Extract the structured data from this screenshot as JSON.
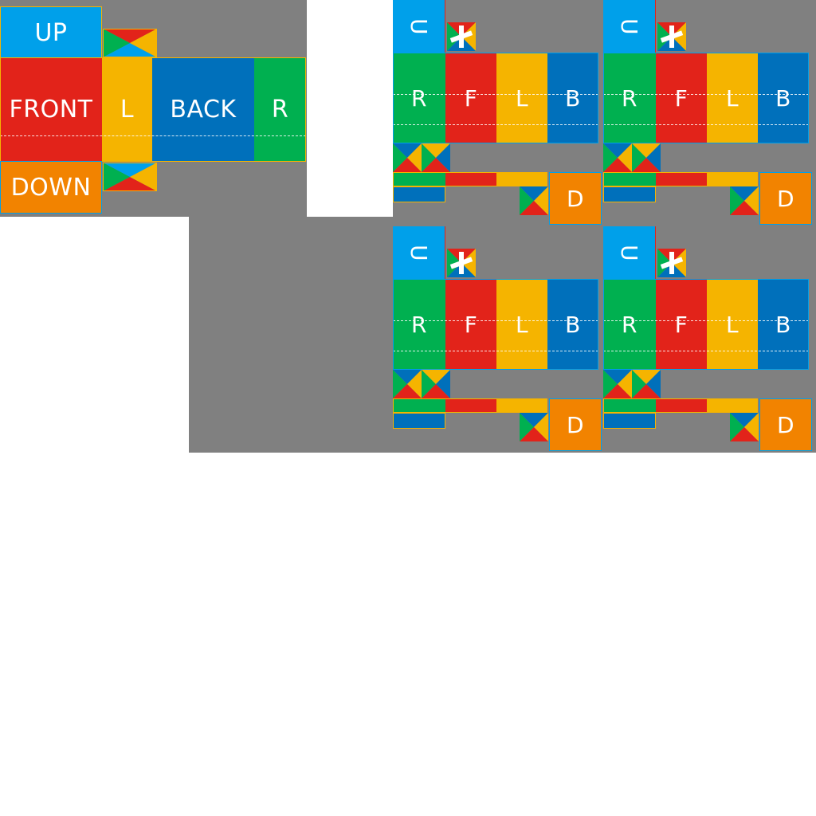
{
  "colors": {
    "bg_gray": "#808080",
    "blue_light": "#00a0ea",
    "blue": "#0070bb",
    "red": "#e2231a",
    "yellow": "#f5b400",
    "green": "#00b050",
    "orange": "#f28300",
    "white": "#ffffff"
  },
  "main_net": {
    "up": "UP",
    "front": "FRONT",
    "left": "L",
    "back": "BACK",
    "right": "R",
    "down": "DOWN"
  },
  "tiles": [
    {
      "up": "U",
      "r": "R",
      "f": "F",
      "l": "L",
      "b": "B",
      "d": "D"
    },
    {
      "up": "U",
      "r": "R",
      "f": "F",
      "l": "L",
      "b": "B",
      "d": "D"
    },
    {
      "up": "U",
      "r": "R",
      "f": "F",
      "l": "L",
      "b": "B",
      "d": "D"
    },
    {
      "up": "U",
      "r": "R",
      "f": "F",
      "l": "L",
      "b": "B",
      "d": "D"
    }
  ]
}
